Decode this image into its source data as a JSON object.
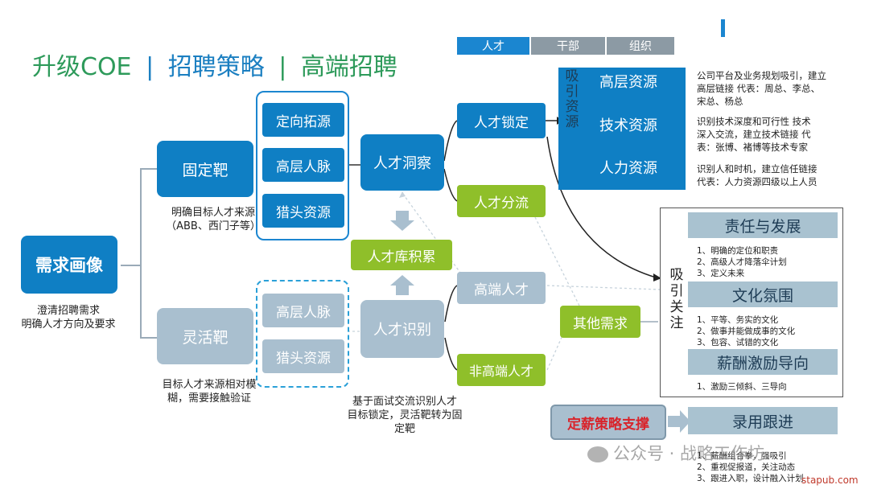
{
  "title": {
    "part1": "升级COE",
    "part2": "招聘策略",
    "part3": "高端招聘",
    "sep": "|"
  },
  "top_tabs": [
    "人才",
    "干部",
    "组织"
  ],
  "demand": {
    "label": "需求画像",
    "note": [
      "澄清招聘需求",
      "明确人才方向及要求"
    ]
  },
  "fixed_target": {
    "label": "固定靶",
    "note": [
      "明确目标人才来源",
      "（ABB、西门子等）"
    ]
  },
  "flex_target": {
    "label": "灵活靶",
    "note": [
      "目标人才来源相对模",
      "糊，需要接触验证"
    ]
  },
  "fixed_sources": [
    "定向拓源",
    "高层人脉",
    "猎头资源"
  ],
  "flex_sources": [
    "高层人脉",
    "猎头资源"
  ],
  "insight": "人才洞察",
  "identify": {
    "label": "人才识别",
    "note": [
      "基于面试交流识别人才",
      "目标锁定，灵活靶转为固",
      "定靶"
    ]
  },
  "pool": "人才库积累",
  "lock": "人才锁定",
  "divert": "人才分流",
  "high_end": "高端人才",
  "non_high_end": "非高端人才",
  "other_needs": "其他需求",
  "attract_resources": {
    "vertical": [
      "吸",
      "引",
      "资",
      "源"
    ],
    "items": [
      "高层资源",
      "技术资源",
      "人力资源"
    ],
    "notes": [
      [
        "公司平台及业务规划吸引，建立",
        "高层链接 代表：周总、李总、",
        "宋总、杨总"
      ],
      [
        "识别技术深度和可行性 技术",
        "深入交流，建立技术链接 代",
        "表：张博、褚博等技术专家"
      ],
      [
        "识别人和时机，建立信任链接",
        "代表：人力资源四级以上人员"
      ]
    ]
  },
  "attract_focus": {
    "vertical": [
      "吸",
      "引",
      "关",
      "注"
    ],
    "sections": [
      {
        "title": "责任与发展",
        "items": [
          "1、明确的定位和职责",
          "2、高级人才降落伞计划",
          "3、定义未来"
        ]
      },
      {
        "title": "文化氛围",
        "items": [
          "1、平等、务实的文化",
          "2、做事并能做成事的文化",
          "3、包容、试错的文化"
        ]
      },
      {
        "title": "薪酬激励导向",
        "items": [
          "1、激励三倾斜、三导向"
        ]
      }
    ]
  },
  "hire": {
    "title": "录用跟进",
    "items": [
      "1、薪酬组合拳，强吸引",
      "2、重视促报道，关注动态",
      "3、跟进入职，设计融入计划"
    ]
  },
  "salary_support": "定薪策略支撑",
  "watermark": {
    "text": "公众号 · 战略工作坊",
    "site": "stapub.com"
  },
  "colors": {
    "blue": "#0f7fc4",
    "green": "#8fbf2a",
    "gray": "#a9bfcf",
    "title_green": "#2d9a5a",
    "title_blue": "#1b7fc1"
  }
}
